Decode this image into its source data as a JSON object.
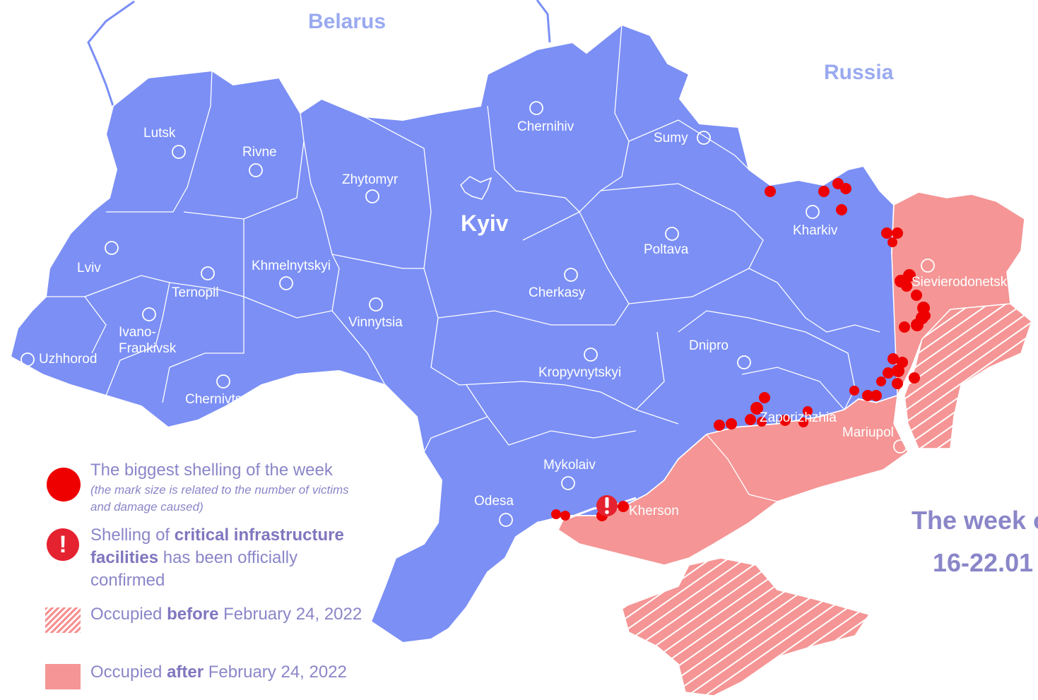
{
  "map": {
    "countries": {
      "belarus": "Belarus",
      "russia": "Russia"
    },
    "capital": "Kyiv",
    "cities": {
      "lutsk": "Lutsk",
      "rivne": "Rivne",
      "zhytomyr": "Zhytomyr",
      "chernihiv": "Chernihiv",
      "sumy": "Sumy",
      "kharkiv": "Kharkiv",
      "poltava": "Poltava",
      "lviv": "Lviv",
      "ternopil": "Ternopil",
      "khmelnytskyi": "Khmelnytskyi",
      "ivano_frankivsk": "Ivano-\nFrankivsk",
      "uzhhorod": "Uzhhorod",
      "chernivtsi": "Chernivts",
      "vinnytsia": "Vinnytsia",
      "cherkasy": "Cherkasy",
      "kropyvnytskyi": "Kropyvnytskyi",
      "dnipro": "Dnipro",
      "sievierodonetsk": "Sievierodonetsk",
      "zaporizhzhia": "Zaporizhzhia",
      "mariupol": "Mariupol",
      "mykolaiv": "Mykolaiv",
      "odesa": "Odesa",
      "kherson": "Kherson"
    },
    "colors": {
      "territory": "#7b8ff5",
      "occupied": "#f59595",
      "shelling": "#ee0000",
      "critical": "#e52230",
      "label_country": "#9aaaf0",
      "text_accent": "#8a86c8"
    }
  },
  "week": {
    "line1": "The week of",
    "line2": "16-22.01"
  },
  "legend": {
    "shelling": {
      "icon": "red-dot-icon",
      "label": "The biggest shelling of the week",
      "note": "(the mark size is related to the number of victims and damage caused)"
    },
    "critical": {
      "icon": "exclamation-icon",
      "prefix": "Shelling of ",
      "bold": "critical infrastructure facilities",
      "suffix": " has been officially confirmed"
    },
    "before": {
      "prefix": "Occupied ",
      "bold": "before",
      "suffix": " February 24, 2022"
    },
    "after": {
      "prefix": "Occupied ",
      "bold": "after",
      "suffix": " February 24, 2022"
    }
  }
}
